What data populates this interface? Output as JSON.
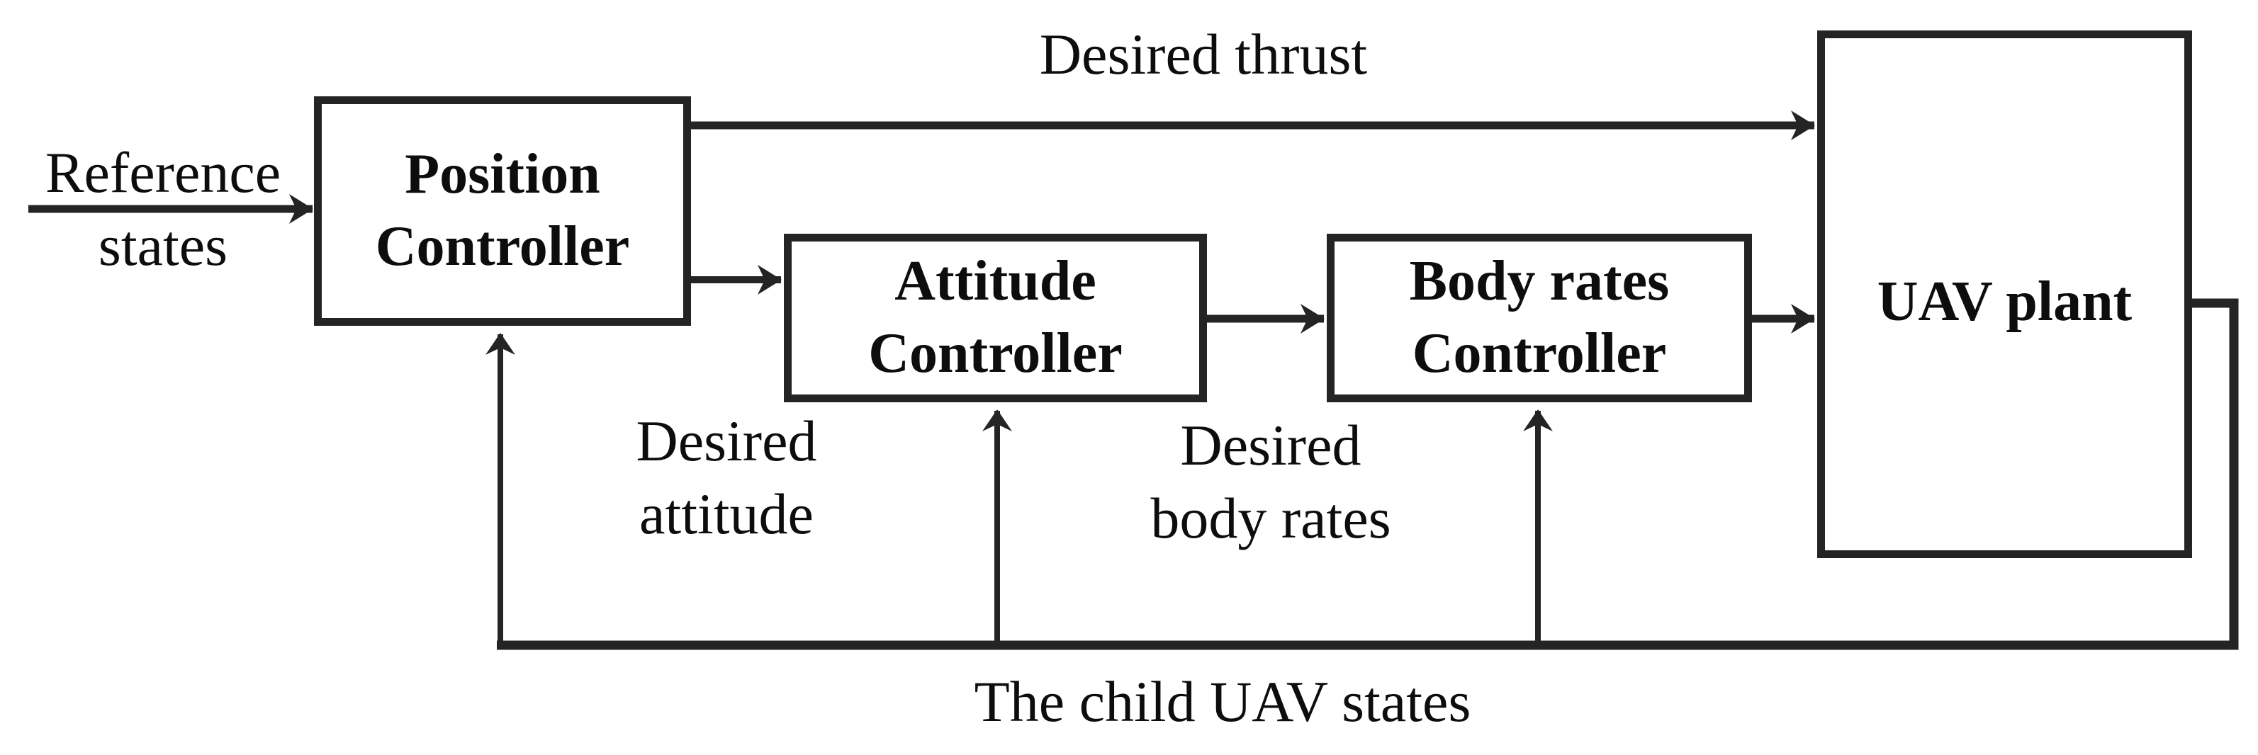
{
  "diagram": {
    "type": "block-diagram",
    "colors": {
      "line": "#242424",
      "text": "#0d0d0d",
      "background": "#ffffff"
    },
    "nodes": {
      "position_controller": {
        "label": "Position\nController"
      },
      "attitude_controller": {
        "label": "Attitude\nController"
      },
      "body_rates_controller": {
        "label": "Body rates\nController"
      },
      "uav_plant": {
        "label": "UAV plant"
      }
    },
    "edge_labels": {
      "reference_states": "Reference\nstates",
      "desired_thrust": "Desired thrust",
      "desired_attitude": "Desired\nattitude",
      "desired_body_rates": "Desired\nbody rates",
      "child_uav_states": "The child UAV states"
    },
    "edges": [
      {
        "from": "reference-input",
        "to": "position_controller",
        "label": "Reference states"
      },
      {
        "from": "position_controller",
        "to": "uav_plant",
        "label": "Desired thrust"
      },
      {
        "from": "position_controller",
        "to": "attitude_controller",
        "label": "Desired attitude"
      },
      {
        "from": "attitude_controller",
        "to": "body_rates_controller",
        "label": "Desired body rates"
      },
      {
        "from": "body_rates_controller",
        "to": "uav_plant",
        "label": ""
      },
      {
        "from": "uav_plant",
        "to": "position_controller",
        "label": "The child UAV states"
      },
      {
        "from": "uav_plant",
        "to": "attitude_controller",
        "label": "The child UAV states"
      },
      {
        "from": "uav_plant",
        "to": "body_rates_controller",
        "label": "The child UAV states"
      }
    ]
  }
}
